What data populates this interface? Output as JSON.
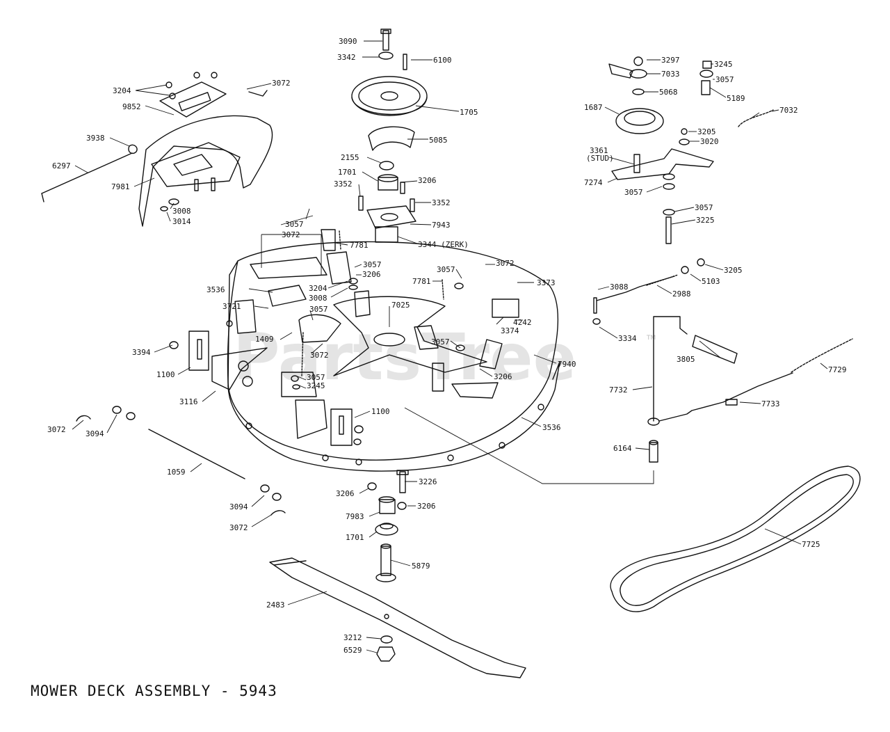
{
  "title": "MOWER DECK ASSEMBLY - 5943",
  "watermark": "PartsTree",
  "watermark_tm": "TM",
  "colors": {
    "ink": "#111111",
    "paper": "#ffffff",
    "watermark": "#cfcfcf"
  },
  "labels": [
    {
      "text": "3090"
    },
    {
      "text": "6100"
    },
    {
      "text": "3342"
    },
    {
      "text": "1705"
    },
    {
      "text": "5085"
    },
    {
      "text": "2155"
    },
    {
      "text": "1701"
    },
    {
      "text": "3206"
    },
    {
      "text": "3352"
    },
    {
      "text": "3352"
    },
    {
      "text": "7943"
    },
    {
      "text": "3344 (ZERK)"
    },
    {
      "text": "3204"
    },
    {
      "text": "3072"
    },
    {
      "text": "9852"
    },
    {
      "text": "3938"
    },
    {
      "text": "6297"
    },
    {
      "text": "7981"
    },
    {
      "text": "3008"
    },
    {
      "text": "3014"
    },
    {
      "text": "3297"
    },
    {
      "text": "3245"
    },
    {
      "text": "7033"
    },
    {
      "text": "3057"
    },
    {
      "text": "5068"
    },
    {
      "text": "5189"
    },
    {
      "text": "1687"
    },
    {
      "text": "7032"
    },
    {
      "text": "3205"
    },
    {
      "text": "3020"
    },
    {
      "text": "3361"
    },
    {
      "text": "(STUD)"
    },
    {
      "text": "7274"
    },
    {
      "text": "3057"
    },
    {
      "text": "3057"
    },
    {
      "text": "3225"
    },
    {
      "text": "3205"
    },
    {
      "text": "5103"
    },
    {
      "text": "2988"
    },
    {
      "text": "3088"
    },
    {
      "text": "3334"
    },
    {
      "text": "3805"
    },
    {
      "text": "7729"
    },
    {
      "text": "7732"
    },
    {
      "text": "7733"
    },
    {
      "text": "6164"
    },
    {
      "text": "7725"
    },
    {
      "text": "3057"
    },
    {
      "text": "3072"
    },
    {
      "text": "7781"
    },
    {
      "text": "3057"
    },
    {
      "text": "3206"
    },
    {
      "text": "3536"
    },
    {
      "text": "3204"
    },
    {
      "text": "3008"
    },
    {
      "text": "3721"
    },
    {
      "text": "3057"
    },
    {
      "text": "7025"
    },
    {
      "text": "1409"
    },
    {
      "text": "3072"
    },
    {
      "text": "3057"
    },
    {
      "text": "3245"
    },
    {
      "text": "3057"
    },
    {
      "text": "3072"
    },
    {
      "text": "7781"
    },
    {
      "text": "3373"
    },
    {
      "text": "3374"
    },
    {
      "text": "4242"
    },
    {
      "text": "3057"
    },
    {
      "text": "7940"
    },
    {
      "text": "3206"
    },
    {
      "text": "3536"
    },
    {
      "text": "3394"
    },
    {
      "text": "1100"
    },
    {
      "text": "3116"
    },
    {
      "text": "1100"
    },
    {
      "text": "3072"
    },
    {
      "text": "3094"
    },
    {
      "text": "1059"
    },
    {
      "text": "3094"
    },
    {
      "text": "3072"
    },
    {
      "text": "3206"
    },
    {
      "text": "3226"
    },
    {
      "text": "3206"
    },
    {
      "text": "7983"
    },
    {
      "text": "1701"
    },
    {
      "text": "5879"
    },
    {
      "text": "2483"
    },
    {
      "text": "3212"
    },
    {
      "text": "6529"
    }
  ]
}
